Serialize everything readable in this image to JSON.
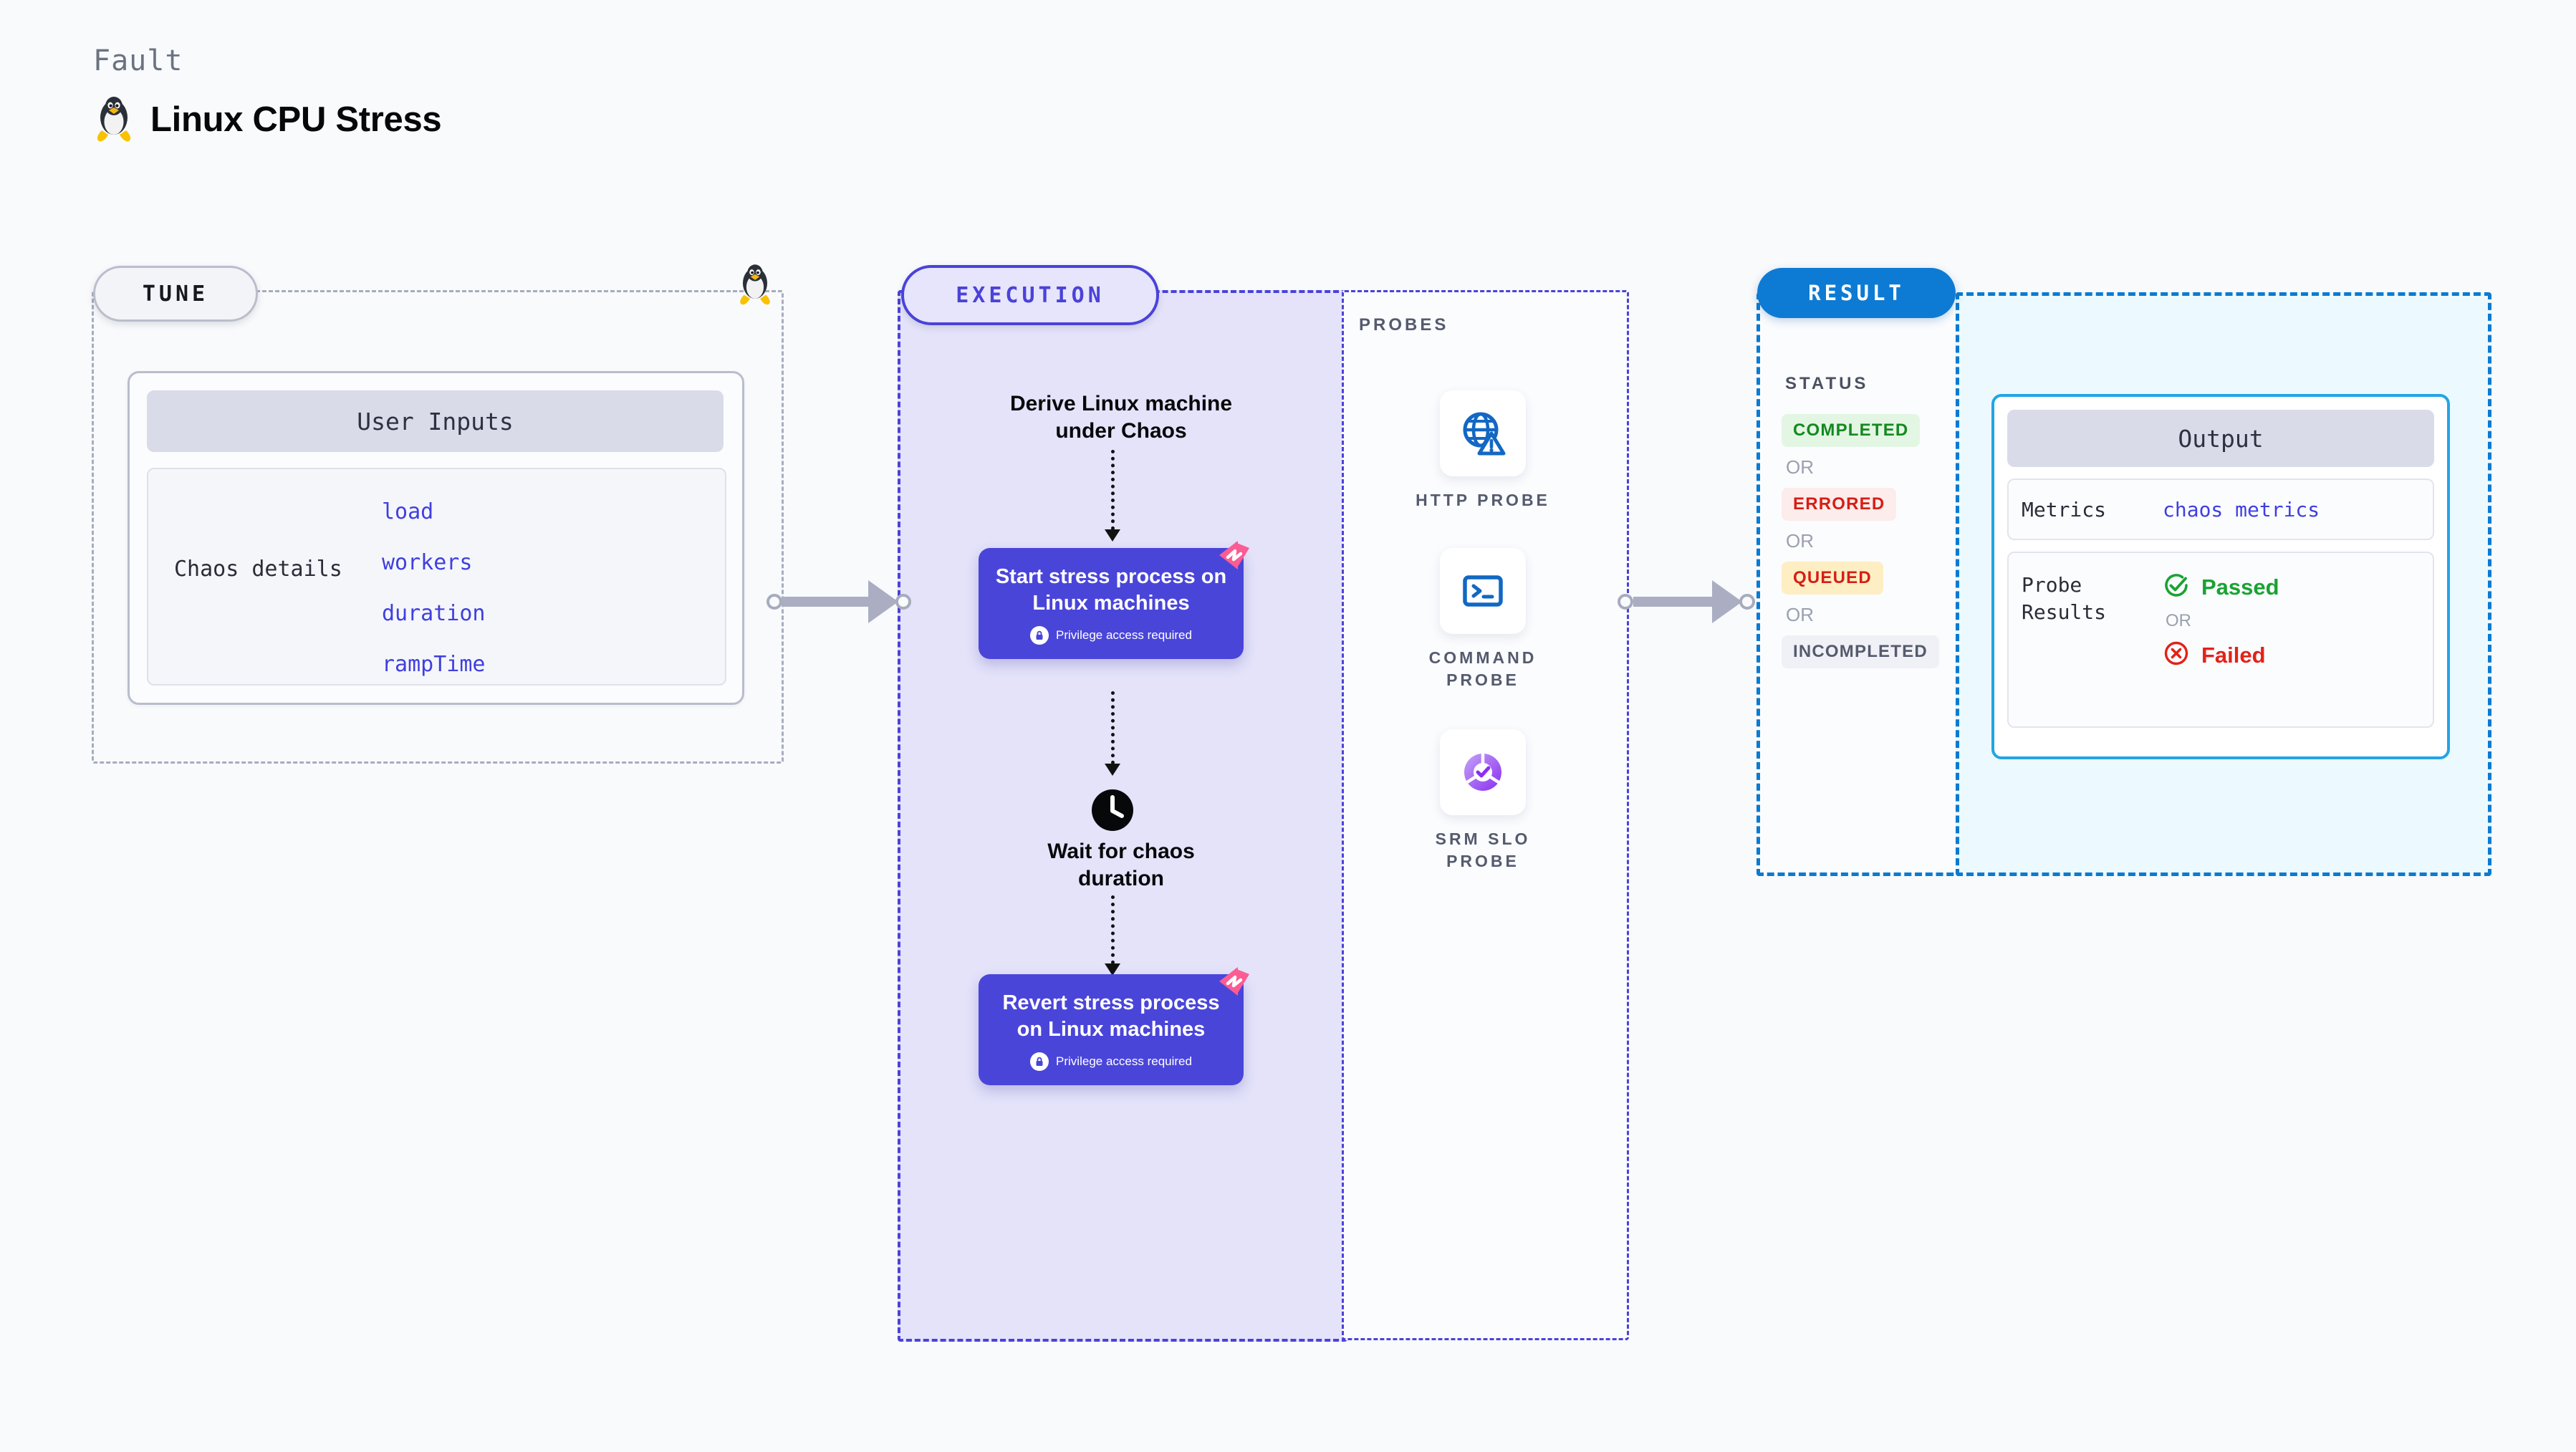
{
  "header": {
    "kicker": "Fault",
    "title": "Linux CPU Stress",
    "icon": "tux-penguin-icon"
  },
  "tune": {
    "stage_label": "TUNE",
    "corner_icon": "tux-penguin-icon",
    "card_header": "User Inputs",
    "group_label": "Chaos details",
    "params": [
      "load",
      "workers",
      "duration",
      "rampTime"
    ]
  },
  "execution": {
    "stage_label": "EXECUTION",
    "derive_step": "Derive Linux machine under Chaos",
    "start_card": {
      "title": "Start stress process on Linux machines",
      "privilege_note": "Privilege access required",
      "badge_icon": "litmus-chaos-icon",
      "lock_icon": "lock-icon"
    },
    "wait_step": {
      "icon": "clock-icon",
      "label": "Wait for chaos duration"
    },
    "revert_card": {
      "title": "Revert stress process on Linux machines",
      "privilege_note": "Privilege access required",
      "badge_icon": "litmus-chaos-icon",
      "lock_icon": "lock-icon"
    }
  },
  "probes": {
    "section_label": "PROBES",
    "items": [
      {
        "label": "HTTP PROBE",
        "icon": "globe-warning-icon"
      },
      {
        "label": "COMMAND PROBE",
        "icon": "terminal-icon"
      },
      {
        "label": "SRM SLO PROBE",
        "icon": "slo-donut-check-icon"
      }
    ]
  },
  "result": {
    "stage_label": "RESULT",
    "status_label": "STATUS",
    "or_label": "OR",
    "statuses": [
      {
        "label": "COMPLETED",
        "bg": "#e3f6e4",
        "color": "#14891f"
      },
      {
        "label": "ERRORED",
        "bg": "#fceceb",
        "color": "#d51f15"
      },
      {
        "label": "QUEUED",
        "bg": "#fdeec4",
        "color": "#d51f15"
      },
      {
        "label": "INCOMPLETED",
        "bg": "#f0f1f6",
        "color": "#555b6e"
      }
    ],
    "output": {
      "header": "Output",
      "metrics_label": "Metrics",
      "metrics_value": "chaos metrics",
      "probe_results_label": "Probe Results",
      "passed_label": "Passed",
      "failed_label": "Failed",
      "or_label": "OR",
      "passed_icon": "check-circle-icon",
      "failed_icon": "x-circle-icon"
    }
  },
  "colors": {
    "accent_purple": "#4a45d9",
    "accent_blue": "#0d7bd4",
    "param_blue": "#3f3fe0",
    "pink_badge": "#fb5c93",
    "pass_green": "#1aa233",
    "fail_red": "#e32219"
  }
}
